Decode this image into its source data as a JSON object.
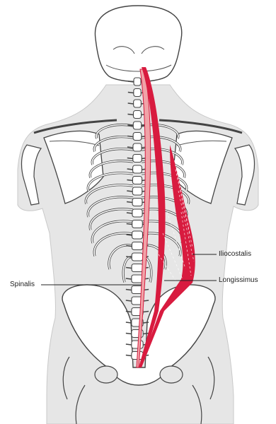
{
  "figure": {
    "labels": {
      "iliocostalis": "Iliocostalis",
      "longissimus": "Longissimus",
      "spinalis": "Spinalis"
    }
  },
  "colors": {
    "muscle": "#d81b3f",
    "muscle_light": "#f0a3a8",
    "body_fill": "#e6e6e6",
    "bone_fill": "#ffffff",
    "outline": "#444444"
  }
}
